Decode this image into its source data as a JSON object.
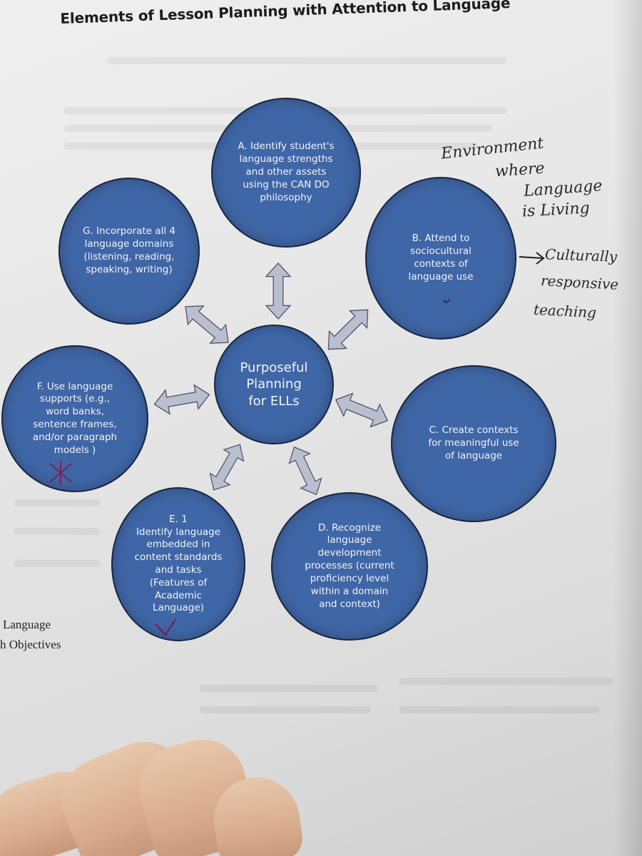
{
  "title": "Elements of Lesson Planning with Attention to Language",
  "center": "Purposeful\nPlanning\nfor ELLs",
  "nodes": {
    "a": "A. Identify student's\nlanguage strengths\nand other assets\nusing the CAN DO\nphilosophy",
    "b": "B. Attend to\nsociocultural\ncontexts of\nlanguage use",
    "c": "C. Create contexts\nfor meaningful use\nof language",
    "d": "D. Recognize\nlanguage\ndevelopment\nprocesses (current\nproficiency level\nwithin a domain\nand context)",
    "e": "E. 1\nIdentify language\nembedded in\ncontent standards\nand tasks\n(Features of\nAcademic\nLanguage)",
    "f": "F. Use language\nsupports (e.g.,\nword banks,\nsentence frames,\nand/or paragraph\nmodels )",
    "g": "G. Incorporate all 4\nlanguage domains\n(listening, reading,\nspeaking, writing)"
  },
  "handwriting": {
    "line1": "Environment",
    "line2": "where",
    "line3": "Language",
    "line4": "is Living",
    "note1": "Culturally",
    "note2": "responsive",
    "note3": "teaching"
  },
  "side_text": {
    "line1": "Language",
    "line2": "h Objectives"
  },
  "colors": {
    "circle_fill": "#3f66a6",
    "arrow_fill": "#b9bfce"
  }
}
